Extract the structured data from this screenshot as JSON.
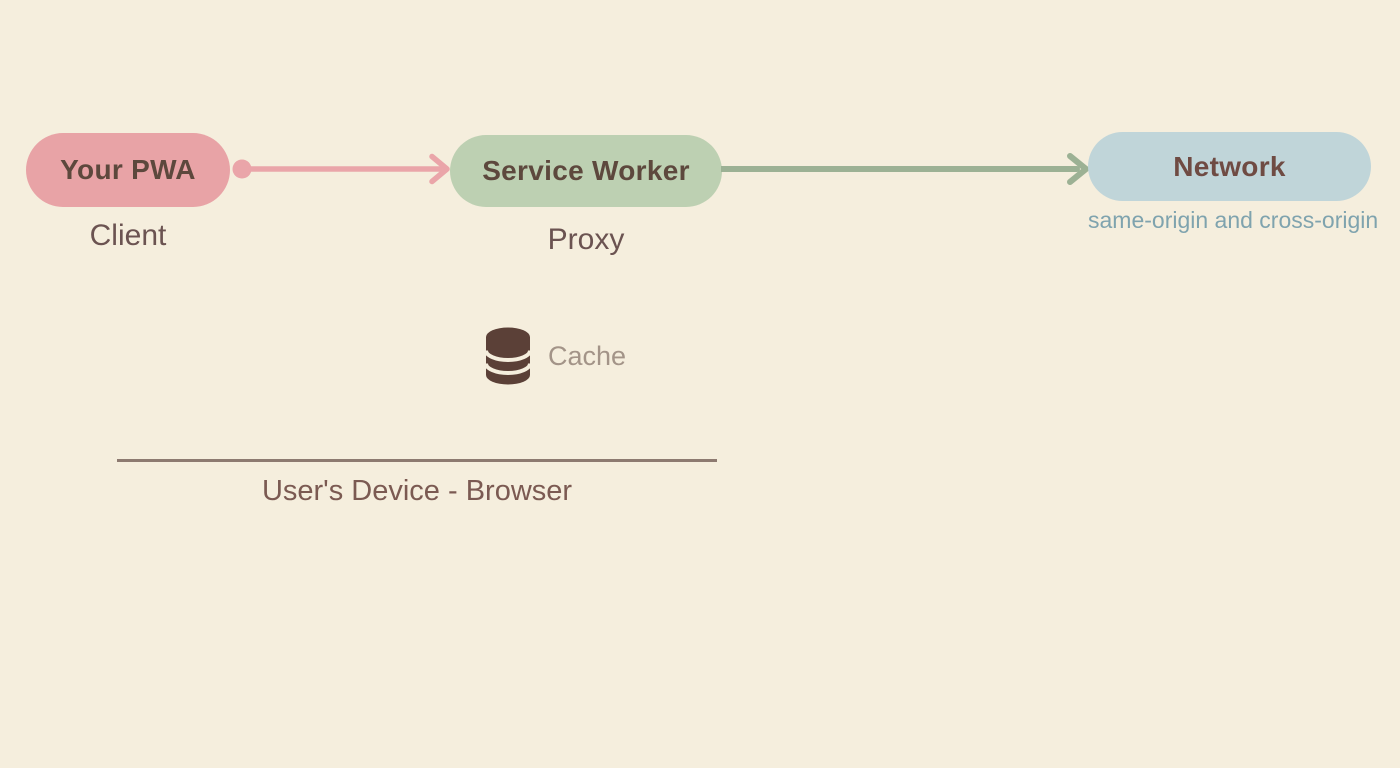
{
  "colors": {
    "background": "#f5eedd",
    "pwa_pill": "#e8a3a6",
    "sw_pill": "#bdd0b2",
    "network_pill": "#c0d5d9",
    "pill_text": "#5d483d",
    "network_text": "#6f4b43",
    "label_text": "#6b5351",
    "origin_text": "#7fa3ae",
    "pink_arrow": "#eaa5a9",
    "green_arrow": "#9cb194",
    "cache_icon": "#5b4037",
    "cache_text": "#a39488",
    "device_line": "#8d7a70",
    "device_text": "#7b5a52"
  },
  "nodes": {
    "pwa": {
      "label": "Your PWA",
      "sublabel": "Client"
    },
    "service_worker": {
      "label": "Service Worker",
      "sublabel": "Proxy"
    },
    "network": {
      "label": "Network",
      "sublabel": "same-origin and cross-origin"
    },
    "cache": {
      "label": "Cache",
      "icon": "database-icon"
    }
  },
  "connectors": {
    "pwa_to_sw": "pink-arrow-with-start-dot",
    "sw_to_network": "green-arrow"
  },
  "device_boundary": {
    "label": "User's Device - Browser"
  }
}
